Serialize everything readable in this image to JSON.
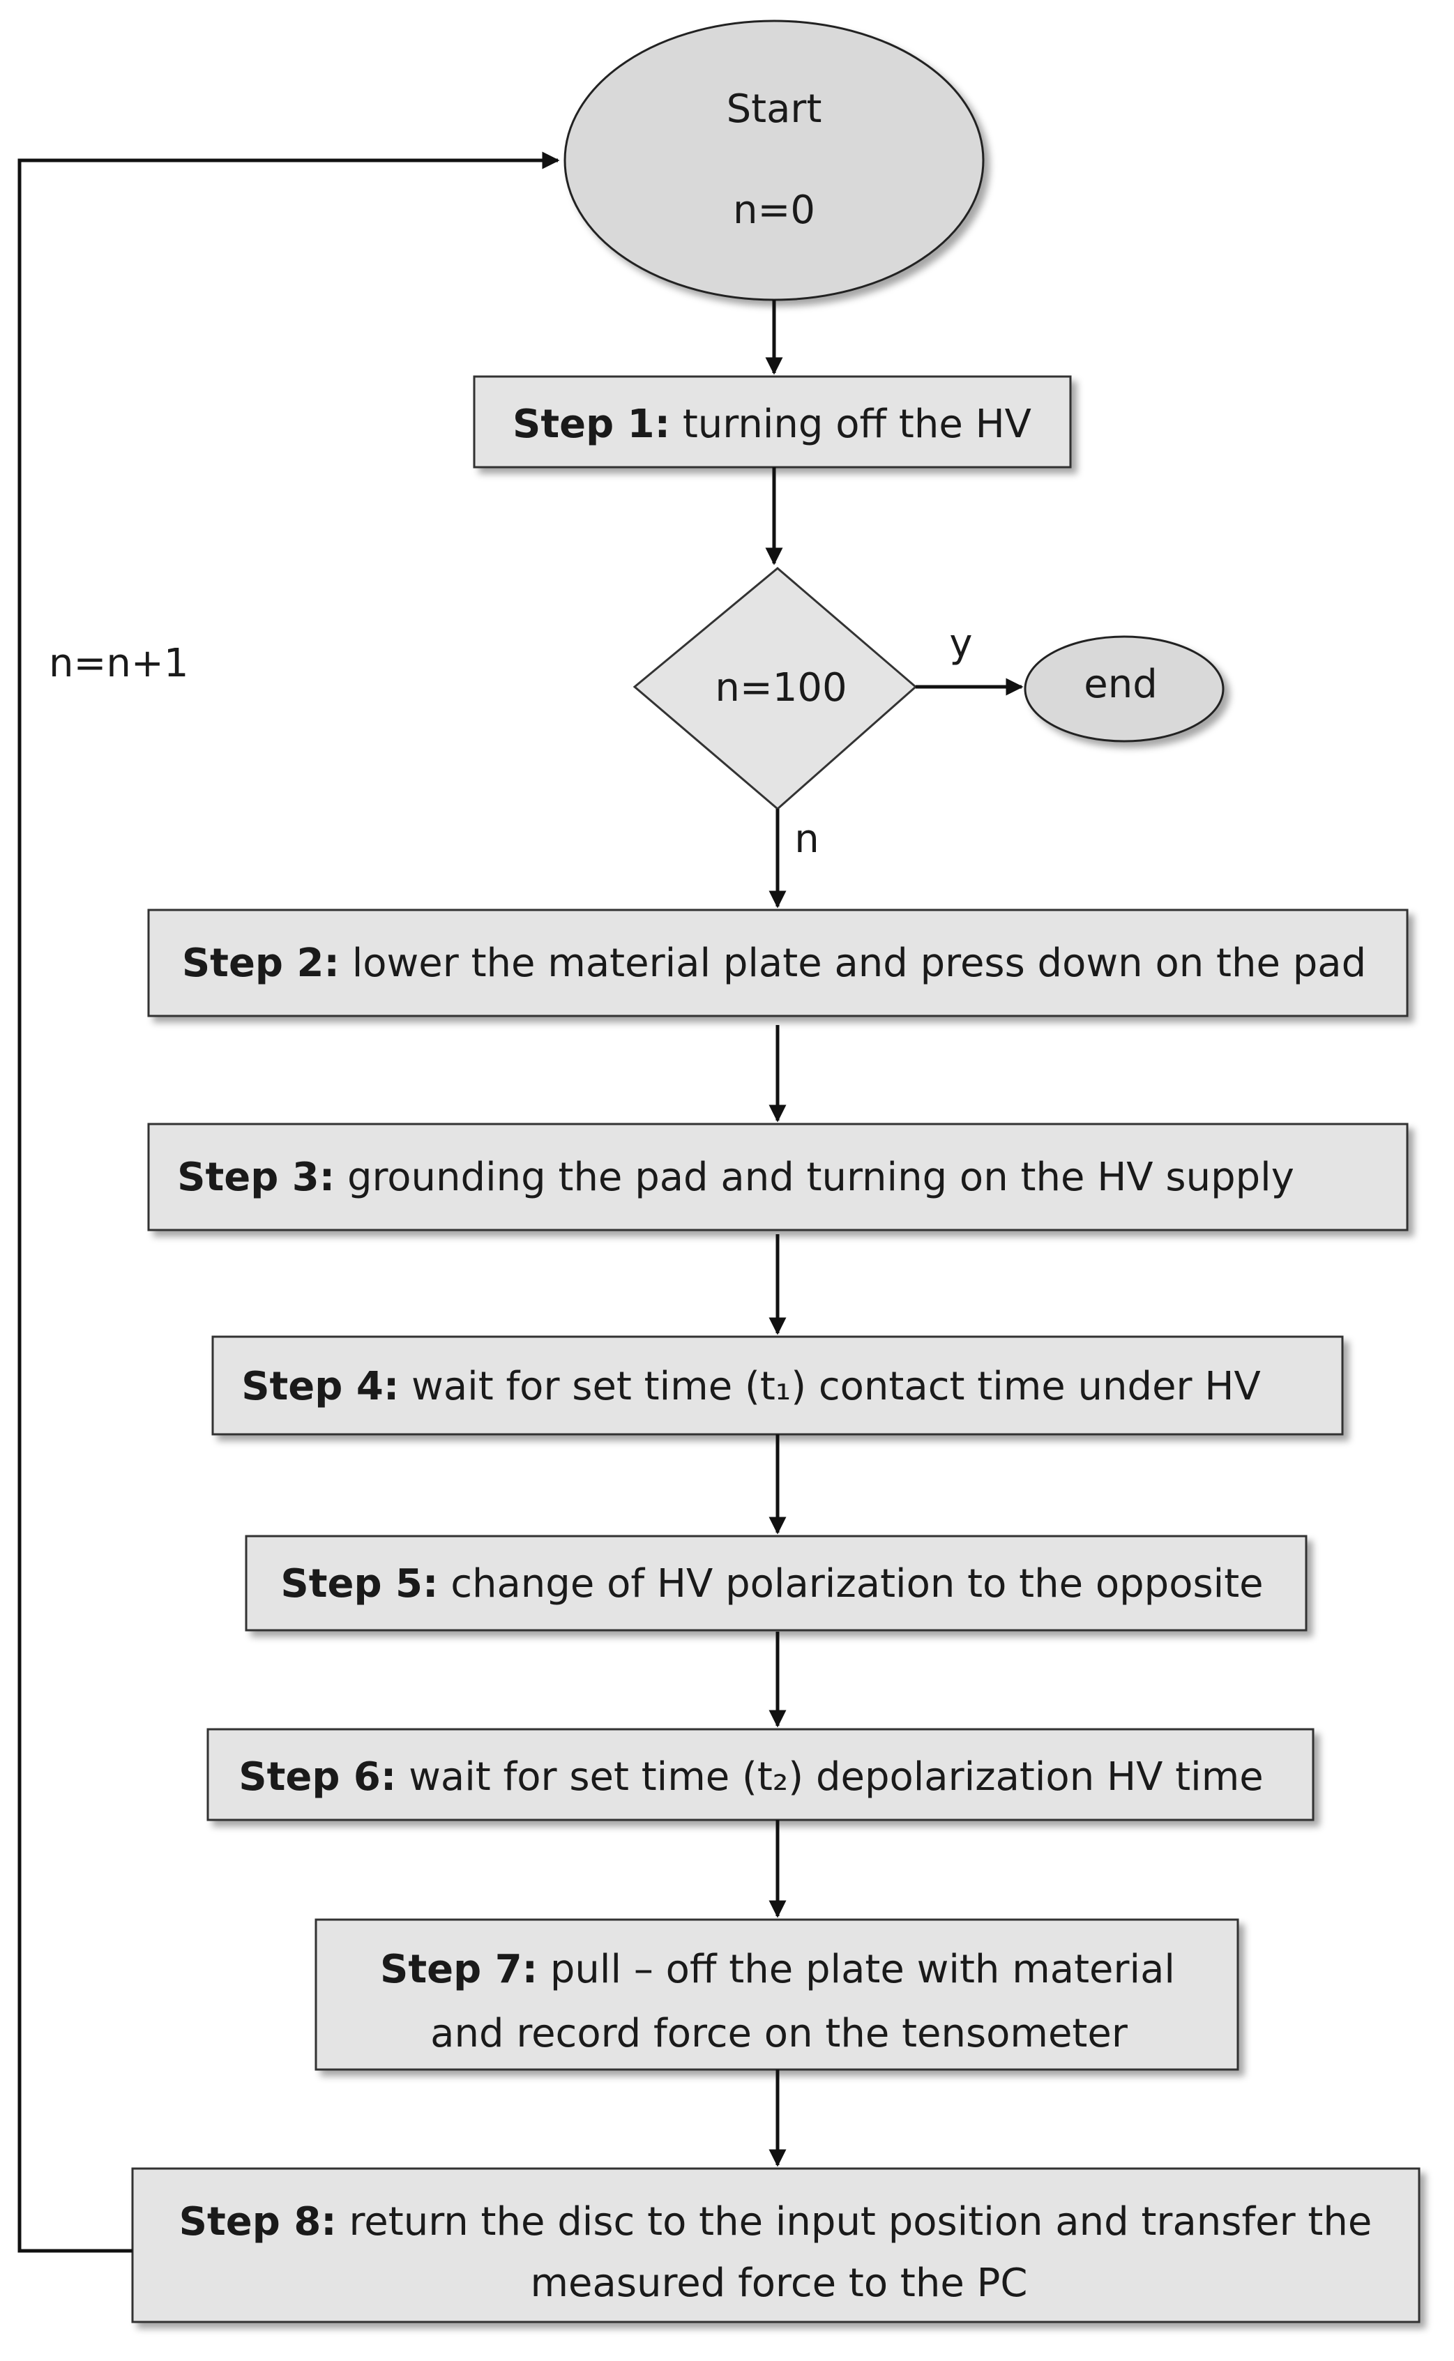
{
  "start": {
    "title": "Start",
    "init": "n=0"
  },
  "decision": {
    "text": "n=100",
    "yes_label": "y",
    "no_label": "n"
  },
  "end": {
    "text": "end"
  },
  "loop_label": "n=n+1",
  "steps": [
    {
      "bold": "Step 1:",
      "lines": [
        "turning off the HV"
      ]
    },
    {
      "bold": "Step 2:",
      "lines": [
        "lower the material plate and press down on the pad"
      ]
    },
    {
      "bold": "Step 3:",
      "lines": [
        "grounding the pad and turning on the HV supply"
      ]
    },
    {
      "bold": "Step 4:",
      "lines": [
        "wait for set time (t₁) contact time under HV"
      ]
    },
    {
      "bold": "Step 5:",
      "lines": [
        "change of HV polarization to the opposite"
      ]
    },
    {
      "bold": "Step 6:",
      "lines": [
        "wait for set time (t₂) depolarization HV time"
      ]
    },
    {
      "bold": "Step 7:",
      "lines": [
        "pull – off the plate with material",
        "and record  force on the tensometer"
      ]
    },
    {
      "bold": "Step 8:",
      "lines": [
        "return the disc to the input position and transfer the",
        "measured force to the PC"
      ]
    }
  ],
  "colors": {
    "box_fill": "#e4e4e4",
    "oval_fill": "#d9d9d9",
    "line": "#111111"
  }
}
